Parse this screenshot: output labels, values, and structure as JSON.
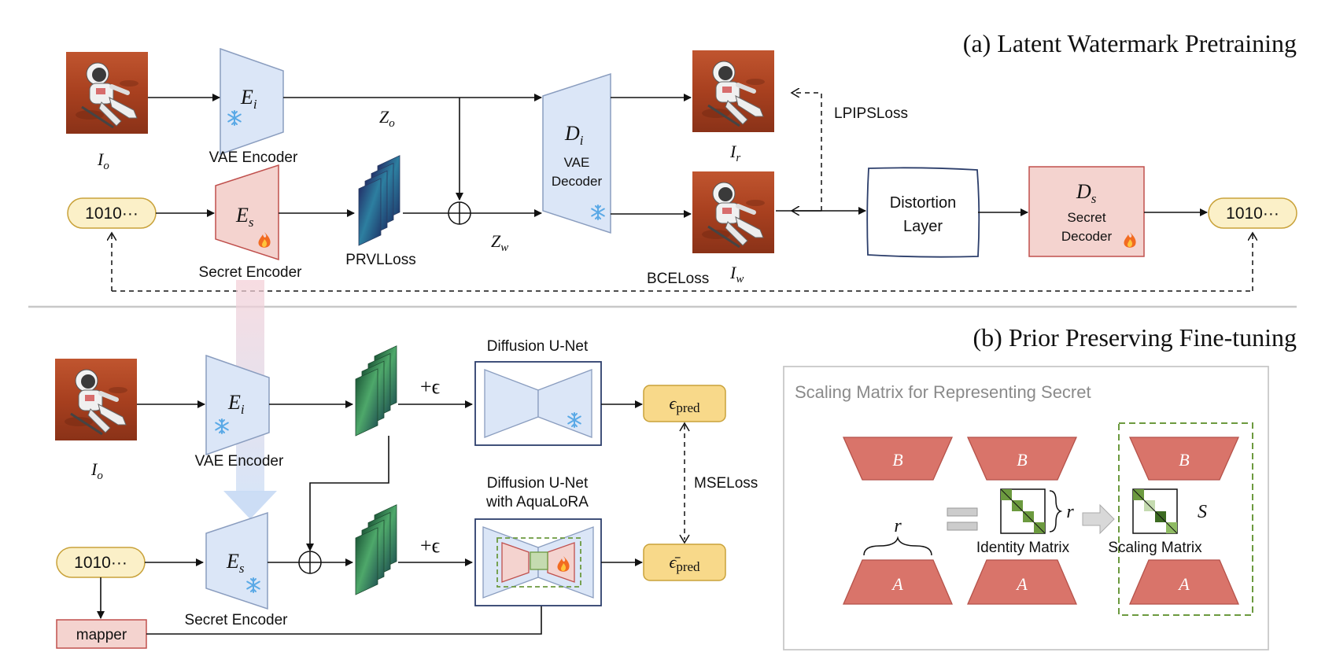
{
  "section_a": {
    "title": "(a) Latent Watermark Pretraining"
  },
  "section_b": {
    "title": "(b) Prior Preserving Fine-tuning"
  },
  "a": {
    "img_in_label": "I",
    "img_in_sub": "o",
    "vae_enc_symbol": "E",
    "vae_enc_sub": "i",
    "vae_enc_caption": "VAE Encoder",
    "zo": "Z",
    "zo_sub": "o",
    "vae_dec_symbol": "D",
    "vae_dec_sub": "i",
    "vae_dec_line1": "VAE",
    "vae_dec_line2": "Decoder",
    "ir": "I",
    "ir_sub": "r",
    "lpips": "LPIPSLoss",
    "secret_in": "1010···",
    "sec_enc_symbol": "E",
    "sec_enc_sub": "s",
    "sec_enc_caption": "Secret Encoder",
    "prvl": "PRVLLoss",
    "zw": "Z",
    "zw_sub": "w",
    "iw": "I",
    "iw_sub": "w",
    "distortion_line1": "Distortion",
    "distortion_line2": "Layer",
    "sec_dec_symbol": "D",
    "sec_dec_sub": "s",
    "sec_dec_line1": "Secret",
    "sec_dec_line2": "Decoder",
    "secret_out": "1010···",
    "bce": "BCELoss"
  },
  "b": {
    "img_in_label": "I",
    "img_in_sub": "o",
    "vae_enc_symbol": "E",
    "vae_enc_sub": "i",
    "vae_enc_caption": "VAE Encoder",
    "noise1": "+ϵ",
    "noise2": "+ϵ",
    "unet_title": "Diffusion U-Net",
    "unet2_line1": "Diffusion U-Net",
    "unet2_line2": "with AquaLoRA",
    "eps_pred": "ϵ",
    "eps_pred_sub": "pred",
    "eps_bar": "ϵ̄",
    "eps_bar_sub": "pred",
    "mse": "MSELoss",
    "secret_in": "1010···",
    "sec_enc_symbol": "E",
    "sec_enc_sub": "s",
    "sec_enc_caption": "Secret Encoder",
    "mapper": "mapper"
  },
  "scaling": {
    "title": "Scaling Matrix for Representing Secret",
    "b_label": "B",
    "a_label": "A",
    "r": "r",
    "s": "S",
    "identity_caption": "Identity Matrix",
    "scaling_caption": "Scaling Matrix"
  },
  "colors": {
    "blue_fill": "#dbe6f7",
    "blue_stroke": "#8a9dbf",
    "red_fill": "#f4d3cf",
    "red_stroke": "#c0504d",
    "lora_fill": "#d9746a",
    "lora_stroke": "#b5524a",
    "yellow_fill": "#fbf0c8",
    "yellow_stroke": "#c9a23a",
    "pred_fill": "#f8d98a",
    "pred_stroke": "#c9a23a",
    "green": "#6c9a3f",
    "green_light": "#c5dbb0",
    "green_dark": "#3d6b22",
    "unet_stroke": "#2c3e6b",
    "gray_line": "#c8c8c8"
  },
  "icons": [
    "astronaut-image-icon",
    "snowflake-icon",
    "flame-icon",
    "feature-map-icon",
    "xor-sum-icon",
    "gray-arrow-icon",
    "equals-icon"
  ]
}
